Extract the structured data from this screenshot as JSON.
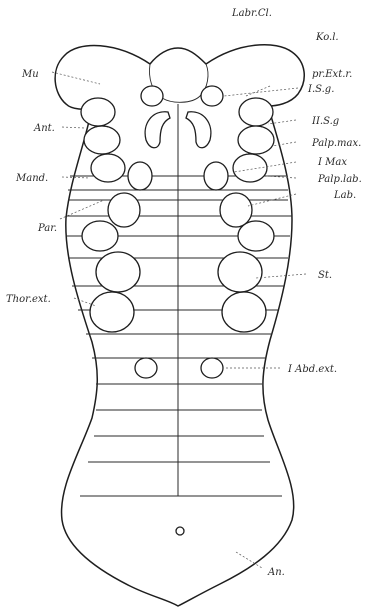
{
  "figure": {
    "labels": {
      "labr_cl": "Labr.Cl.",
      "ko_l": "Ko.l.",
      "mu": "Mu",
      "pr_ext_r": "pr.Ext.r.",
      "ant": "Ant.",
      "i_s_g": "I.S.g.",
      "ii_s_g": "II.S.g",
      "mand": "Mand.",
      "palp_max": "Palp.max.",
      "i_max": "I Max",
      "palp_lab": "Palp.lab.",
      "lab": "Lab.",
      "par": "Par.",
      "st": "St.",
      "thor_ext": "Thor.ext.",
      "i_abd_ext": "I Abd.ext.",
      "an": "An."
    }
  }
}
